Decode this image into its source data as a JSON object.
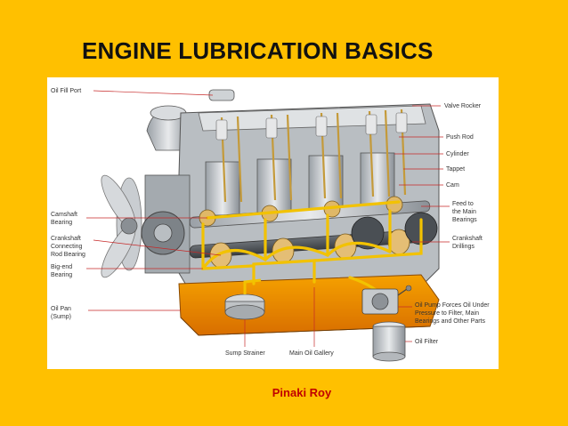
{
  "slide": {
    "title": "ENGINE LUBRICATION BASICS",
    "author": "Pinaki Roy"
  },
  "colors": {
    "background": "#FFC000",
    "title": "#111111",
    "author": "#C00000",
    "oil": "#F2C200",
    "sump": "#F08A00"
  },
  "diagram": {
    "left_labels": {
      "oil_fill_port": "Oil Fill Port",
      "camshaft_bearing_1": "Camshaft",
      "camshaft_bearing_2": "Bearing",
      "crankshaft_rod_1": "Crankshaft",
      "crankshaft_rod_2": "Connecting",
      "crankshaft_rod_3": "Rod Bearing",
      "big_end_1": "Big-end",
      "big_end_2": "Bearing",
      "oil_pan_1": "Oil Pan",
      "oil_pan_2": "(Sump)"
    },
    "right_labels": {
      "valve_rocker": "Valve Rocker",
      "push_rod": "Push Rod",
      "cylinder": "Cylinder",
      "tappet": "Tappet",
      "cam": "Cam",
      "feed_1": "Feed to",
      "feed_2": "the Main",
      "feed_3": "Bearings",
      "crank_drill_1": "Crankshaft",
      "crank_drill_2": "Drillings",
      "oil_pump_1": "Oil Pump Forces Oil Under",
      "oil_pump_2": "Pressure to Filter, Main",
      "oil_pump_3": "Bearings and Other Parts",
      "oil_filter": "Oil Filter"
    },
    "bottom_labels": {
      "sump_strainer": "Sump Strainer",
      "main_oil_gallery": "Main Oil Gallery"
    }
  }
}
